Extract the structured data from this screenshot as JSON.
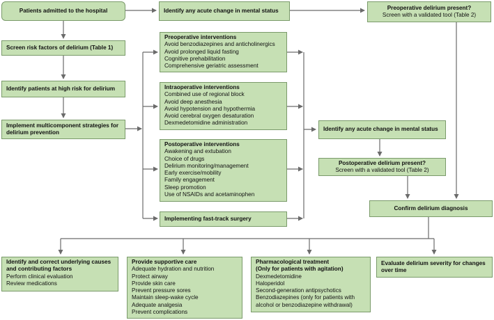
{
  "patients_admitted": "Patients admitted to the hospital",
  "identify_change_top": "Identify any acute change in mental status",
  "preop_present": {
    "title": "Preoperative delirium present?",
    "sub": "Screen with a validated tool (Table 2)"
  },
  "screen_risk": "Screen risk factors of delirium (Table 1)",
  "identify_high_risk": "Identify patients at high risk for delirium",
  "implement": {
    "line1": "Implement multicomponent strategies for",
    "line2": "delirium prevention"
  },
  "preop_interventions": {
    "title": "Preoperative interventions",
    "items": [
      "Avoid benzodiazepines and anticholinergics",
      "Avoid prolonged liquid fasting",
      "Cognitive prehabilitation",
      "Comprehensive geriatric assessment"
    ]
  },
  "intraop_interventions": {
    "title": "Intraoperative interventions",
    "items": [
      "Combined use of regional block",
      "Avoid deep anesthesia",
      "Avoid hypotension and hypothermia",
      "Avoid cerebral oxygen desaturation",
      "Dexmedetomidine administration"
    ]
  },
  "postop_interventions": {
    "title": "Postoperative interventions",
    "items": [
      "Awakening and extubation",
      "Choice of drugs",
      "Delirium monitoring/management",
      "Early exercise/mobility",
      "Family engagement",
      "Sleep promotion",
      "Use of NSAIDs and acetaminophen"
    ]
  },
  "fast_track": "Implementing fast-track surgery",
  "identify_change_mid": "Identify any acute change in mental status",
  "postop_present": {
    "title": "Postoperative delirium present?",
    "sub": "Screen with a validated tool (Table 2)"
  },
  "confirm": "Confirm delirium diagnosis",
  "bottom_identify": {
    "title1": "Identify and correct underlying causes",
    "title2": "and contributing factors",
    "items": [
      "Perform clinical evaluation",
      "Review medications"
    ]
  },
  "supportive": {
    "title": "Provide supportive care",
    "items": [
      "Adequate hydration and nutrition",
      "Protect airway",
      "Provide skin care",
      "Prevent pressure sores",
      "Maintain sleep-wake cycle",
      "Adequate analgesia",
      "Prevent complications"
    ]
  },
  "pharma": {
    "title1": "Pharmacological treatment",
    "title2": "(Only for patients with agitation)",
    "items": [
      "Dexmedetomidine",
      "Haloperidol",
      "Second-generation antipsychotics",
      "Benzodiazepines (only for patients with",
      "alcohol or benzodiazepine withdrawal)"
    ]
  },
  "evaluate": {
    "line1": "Evaluate delirium severity for changes",
    "line2": "over time"
  },
  "colors": {
    "box_fill": "#c6e0b4",
    "box_border": "#7a9a6a",
    "arrow": "#6b6b6b"
  }
}
